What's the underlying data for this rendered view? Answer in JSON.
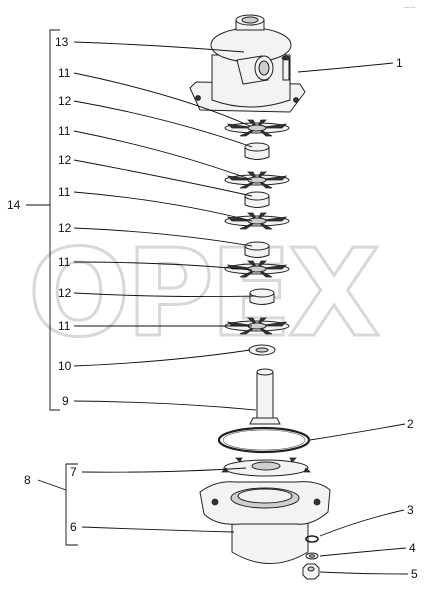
{
  "corner_mark": "— —",
  "watermark": "OPEX",
  "labels": {
    "l13": "13",
    "l1": "1",
    "l11a": "11",
    "l12a": "12",
    "l11b": "11",
    "l12b": "12",
    "l11c": "11",
    "l14": "14",
    "l12c": "12",
    "l11d": "11",
    "l12d": "12",
    "l11e": "11",
    "l10": "10",
    "l9": "9",
    "l2": "2",
    "l8": "8",
    "l7": "7",
    "l3": "3",
    "l6": "6",
    "l4": "4",
    "l5": "5"
  }
}
